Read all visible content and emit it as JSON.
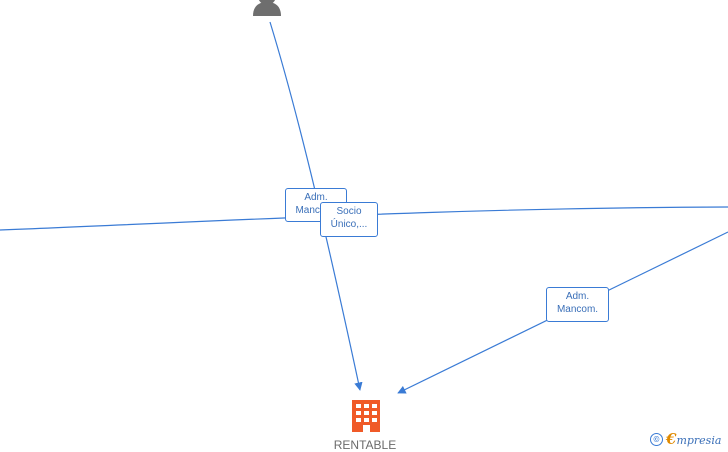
{
  "nodes": {
    "person": {
      "icon": "person-icon"
    },
    "company": {
      "icon": "building-icon",
      "label": "RENTABLE"
    }
  },
  "edges": [
    {
      "from": "person",
      "to": "company",
      "role": "adm-mancom",
      "label_line1": "Adm.",
      "label_line2": "Mancom."
    },
    {
      "from": "left-offscreen",
      "to": "right-offscreen",
      "role": "socio-unico",
      "label_line1": "Socio",
      "label_line2": "Único,..."
    },
    {
      "from": "right-offscreen",
      "to": "company",
      "role": "adm-mancom-2",
      "label_line1": "Adm.",
      "label_line2": "Mancom."
    }
  ],
  "colors": {
    "edge": "#3a7bd5",
    "company_icon": "#f05a28",
    "person_icon": "#6e6e6e"
  },
  "footer": {
    "copyright_symbol": "©",
    "brand_initial": "€",
    "brand_rest": "mpresia"
  }
}
